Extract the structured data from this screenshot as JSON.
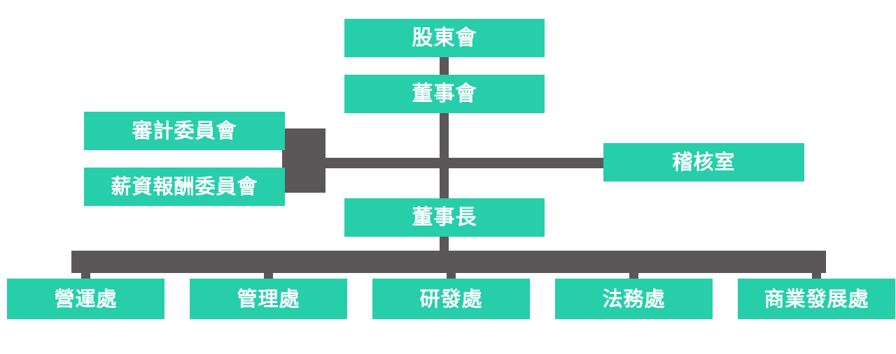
{
  "chart": {
    "type": "org-chart",
    "title": "",
    "colors": {
      "node_fill": "#26ceaa",
      "node_text": "#ffffff",
      "connector": "#5b5758",
      "background": "#ffffff"
    },
    "nodes": {
      "shareholders": {
        "label": "股東會",
        "level": 0
      },
      "board": {
        "label": "董事會",
        "level": 1
      },
      "audit_committee": {
        "label": "審計委員會",
        "level": 2
      },
      "compensation_committee": {
        "label": "薪資報酬委員會",
        "level": 2
      },
      "audit_office": {
        "label": "稽核室",
        "level": 2
      },
      "chairman": {
        "label": "董事長",
        "level": 3
      }
    },
    "departments": [
      {
        "label": "營運處"
      },
      {
        "label": "管理處"
      },
      {
        "label": "研發處"
      },
      {
        "label": "法務處"
      },
      {
        "label": "商業發展處"
      }
    ],
    "relationships": [
      {
        "from": "shareholders",
        "to": "board"
      },
      {
        "from": "board",
        "to": "audit_committee"
      },
      {
        "from": "board",
        "to": "compensation_committee"
      },
      {
        "from": "board",
        "to": "audit_office"
      },
      {
        "from": "board",
        "to": "chairman"
      },
      {
        "from": "chairman",
        "to": "departments"
      }
    ]
  }
}
